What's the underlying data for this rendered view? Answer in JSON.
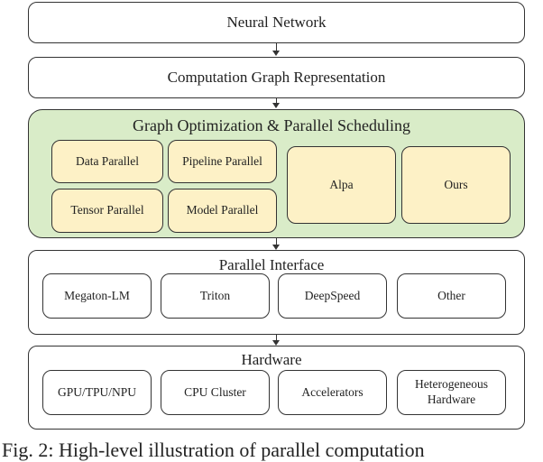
{
  "layers": {
    "neural_network": "Neural Network",
    "computation_graph": "Computation Graph Representation",
    "graph_optimization": {
      "title": "Graph Optimization & Parallel Scheduling",
      "items": [
        "Data Parallel",
        "Pipeline Parallel",
        "Tensor Parallel",
        "Model Parallel",
        "Alpa",
        "Ours"
      ]
    },
    "parallel_interface": {
      "title": "Parallel Interface",
      "items": [
        "Megaton-LM",
        "Triton",
        "DeepSpeed",
        "Other"
      ]
    },
    "hardware": {
      "title": "Hardware",
      "items": [
        "GPU/TPU/NPU",
        "CPU Cluster",
        "Accelerators",
        "Heterogeneous Hardware"
      ]
    }
  },
  "caption": "Fig. 2: High-level illustration of parallel computation",
  "colors": {
    "green_fill": "#d9ecc8",
    "yellow_fill": "#fdf1c6",
    "stroke": "#333333"
  }
}
